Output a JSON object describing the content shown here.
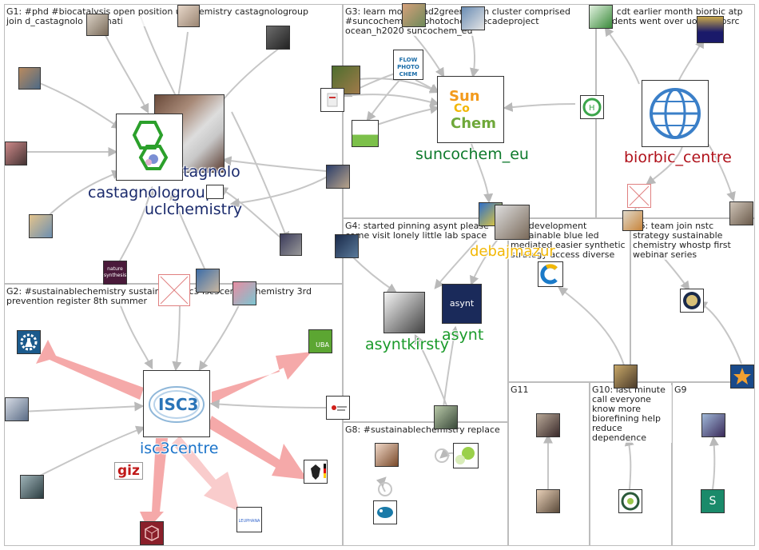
{
  "groups": [
    {
      "id": "G1",
      "text": "G1: #phd #biocatalysis open position uclchemistry castagnologroup join d_castagnolo internati"
    },
    {
      "id": "G2",
      "text": "G2: #sustainablechemistry sustainable isc3 isc3centre chemistry 3rd prevention register 8th summer"
    },
    {
      "id": "G3",
      "text": "G3: learn more road2greenchem cluster comprised #suncochem flowphotochem decadeproject ocean_h2020 suncochem_eu"
    },
    {
      "id": "G4",
      "text": "G4: started pinning asynt please come visit lonely little lab space"
    },
    {
      "id": "G5",
      "text": "G5: cdt earlier month biorbic atp students went over uonsu epsrc"
    },
    {
      "id": "G6",
      "text": "G6: team join nstc strategy sustainable chemistry whostp first webinar series"
    },
    {
      "id": "G7",
      "text": "G7: development sustainable blue led mediated easier synthetic strategy access diverse"
    },
    {
      "id": "G8",
      "text": "G8: #sustainablechemistry replace"
    },
    {
      "id": "G9",
      "text": "G9"
    },
    {
      "id": "G10",
      "text": "G10: last minute call everyone know more biorefining help reduce dependence"
    },
    {
      "id": "G11",
      "text": "G11"
    }
  ],
  "labels": {
    "castagnolo": "tagnolo",
    "castagnologroup": "castagnologroup",
    "uclchemistry": "uclchemistry",
    "isc3centre": "isc3centre",
    "suncochem": "suncochem_eu",
    "biorbic": "biorbic_centre",
    "asyntkirsty": "asyntkirsty",
    "asynt": "asynt",
    "debaj": "debajmazur",
    "giz": "giz",
    "uba": "UBA",
    "isc3_logo": "ISC3",
    "sun_logo_1": "Sun",
    "sun_logo_2": "Co",
    "sun_logo_3": "Chem",
    "flow_logo": "FLOW PHOTO CHEM",
    "asynt_logo": "asynt",
    "nature_logo": "nature synthesis",
    "s_logo": "S",
    "leuphana": "LEUPHANA"
  },
  "colors": {
    "dark_blue": "#1a2a6c",
    "isc3_blue": "#1a73c9",
    "green": "#0e7a2c",
    "dark_red": "#b0121b",
    "gold": "#f2b705",
    "edge_grey": "#c8c8c8",
    "edge_pink": "#f08c8c"
  }
}
